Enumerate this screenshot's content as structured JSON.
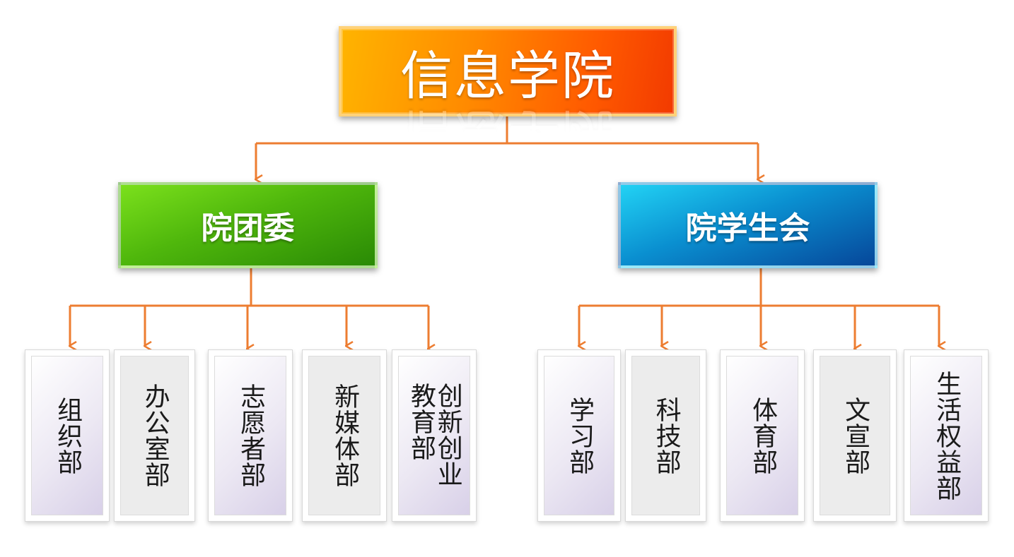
{
  "root": {
    "label": "信息学院"
  },
  "branches": [
    {
      "label": "院团委",
      "color": "#3aa10b",
      "departments": [
        "组织部",
        "办公室部",
        "志愿者部",
        "新媒体部",
        "创新创业教育部"
      ]
    },
    {
      "label": "院学生会",
      "color": "#0a79c2",
      "departments": [
        "学习部",
        "科技部",
        "体育部",
        "文宣部",
        "生活权益部"
      ]
    }
  ],
  "colors": {
    "connector": "#ed7d31",
    "root_gradient": [
      "#ffb400",
      "#f23a00"
    ]
  }
}
